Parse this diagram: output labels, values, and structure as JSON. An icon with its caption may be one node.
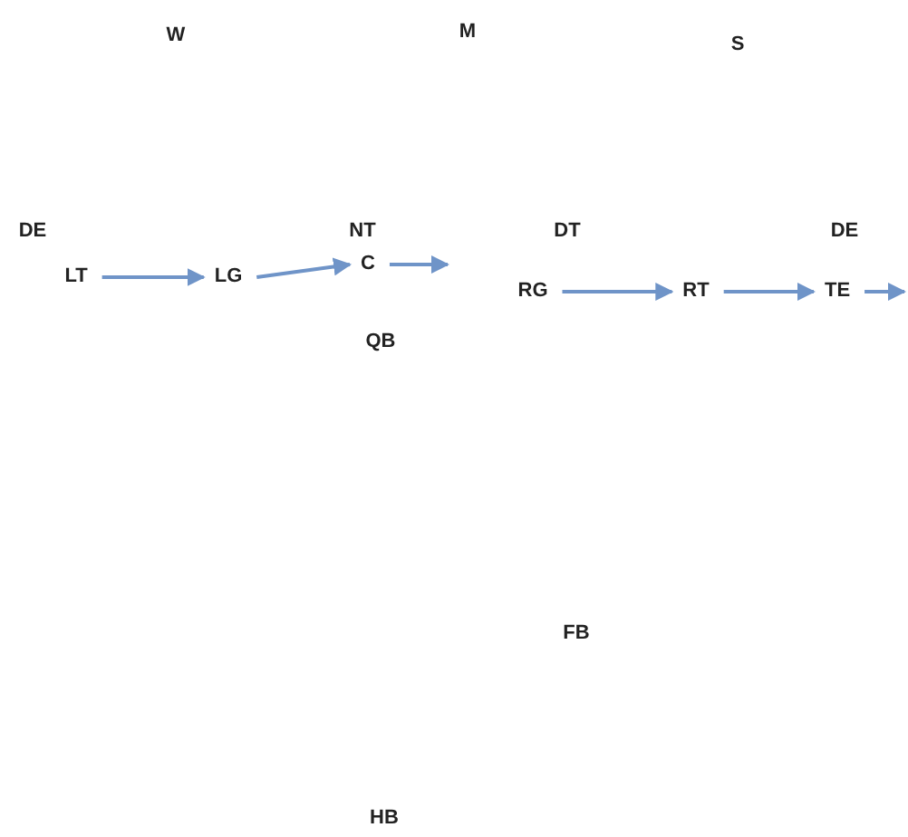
{
  "diagram": {
    "nodes": [
      {
        "text": [
          "LT"
        ]
      },
      {
        "text": [
          "LG"
        ]
      },
      {
        "text": [
          "C"
        ]
      },
      {
        "text": [
          "RG"
        ]
      },
      {
        "text": [
          "RT"
        ]
      },
      {
        "text": [
          "TE"
        ]
      }
    ],
    "edges": [
      {
        "from": 0,
        "to": 1,
        "arrow": "to"
      },
      {
        "from": 1,
        "to": 2,
        "arrow": "to"
      },
      {
        "from": 2,
        "to": null,
        "arrow": "to"
      },
      {
        "from": 3,
        "to": 4,
        "arrow": "to"
      },
      {
        "from": 4,
        "to": 5,
        "arrow": "to"
      },
      {
        "from": 5,
        "to": null,
        "arrow": "to"
      }
    ],
    "labels": [
      "W",
      "M",
      "S",
      "DE",
      "NT",
      "DT",
      "DE",
      "QB",
      "FB",
      "HB"
    ]
  }
}
